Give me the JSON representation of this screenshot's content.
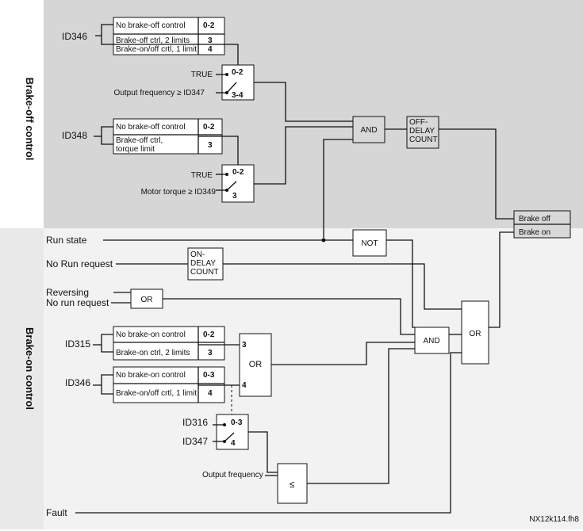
{
  "sections": {
    "brake_off": "Brake-off control",
    "brake_on": "Brake-on control"
  },
  "id346_top": {
    "id": "ID346",
    "rows": [
      {
        "label": "No brake-off control",
        "value": "0-2"
      },
      {
        "label": "Brake-off ctrl, 2 limits",
        "value": "3"
      },
      {
        "label": "Brake-on/off crtl, 1 limit",
        "value": "4"
      }
    ]
  },
  "switch1": {
    "top": "0-2",
    "bottom": "3-4",
    "in_top": "TRUE",
    "in_bottom": "Output frequency ≥ ID347"
  },
  "id348": {
    "id": "ID348",
    "rows": [
      {
        "label": "No brake-off control",
        "value": "0-2"
      },
      {
        "label": "Brake-off ctrl,",
        "label2": "torque limit",
        "value": "3"
      }
    ]
  },
  "switch2": {
    "top": "0-2",
    "bottom": "3",
    "in_top": "TRUE",
    "in_bottom": "Motor torque ≥ ID349"
  },
  "gates": {
    "and_top": "AND",
    "offdelay": [
      "OFF-",
      "DELAY",
      "COUNT"
    ],
    "not": "NOT",
    "ondelay": [
      "ON-",
      "DELAY",
      "COUNT"
    ],
    "or_small": "OR",
    "and_bottom": "AND",
    "or_right": "OR",
    "or_mid": "OR",
    "lte": "≤"
  },
  "output_block": {
    "brake_off": "Brake off",
    "brake_on": "Brake on"
  },
  "signals": {
    "run_state": "Run state",
    "no_run_request": "No Run request",
    "reversing": "Reversing",
    "no_run_request2": "No run request",
    "output_frequency": "Output frequency",
    "fault": "Fault"
  },
  "id315": {
    "id": "ID315",
    "rows": [
      {
        "label": "No brake-on control",
        "value": "0-2"
      },
      {
        "label": "Brake-on ctrl, 2 limits",
        "value": "3"
      }
    ]
  },
  "id346_bottom": {
    "id": "ID346",
    "rows": [
      {
        "label": "No brake-on control",
        "value": "0-3"
      },
      {
        "label": "Brake-on/off crtl, 1 limit",
        "value": "4"
      }
    ]
  },
  "or_mid_inputs": {
    "top": "3",
    "bottom": "4"
  },
  "switch3": {
    "top": "0-3",
    "bottom": "4",
    "in_top": "ID316",
    "in_bottom": "ID347"
  },
  "footer": "NX12k114.fh8"
}
